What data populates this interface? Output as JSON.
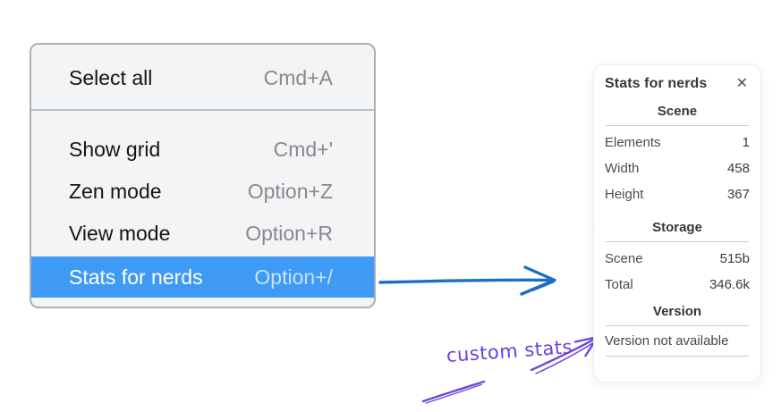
{
  "menu": {
    "items": [
      {
        "label": "Select all",
        "shortcut": "Cmd+A"
      },
      {
        "label": "Show grid",
        "shortcut": "Cmd+'"
      },
      {
        "label": "Zen mode",
        "shortcut": "Option+Z"
      },
      {
        "label": "View mode",
        "shortcut": "Option+R"
      },
      {
        "label": "Stats for nerds",
        "shortcut": "Option+/"
      }
    ],
    "selected_item": "Stats for nerds",
    "highlight_color": "#3e9af4"
  },
  "flow_arrow": {
    "color": "#1d6fc2"
  },
  "panel": {
    "title": "Stats for nerds",
    "close_icon": "✕",
    "scene": {
      "header": "Scene",
      "rows": [
        {
          "label": "Elements",
          "value": "1"
        },
        {
          "label": "Width",
          "value": "458"
        },
        {
          "label": "Height",
          "value": "367"
        }
      ]
    },
    "storage": {
      "header": "Storage",
      "rows": [
        {
          "label": "Scene",
          "value": "515b"
        },
        {
          "label": "Total",
          "value": "346.6k"
        }
      ]
    },
    "version": {
      "header": "Version",
      "status": "Version not available"
    }
  },
  "annotation": {
    "label": "custom stats",
    "color": "#6d49d6",
    "text_color": "#6a3fe0"
  }
}
